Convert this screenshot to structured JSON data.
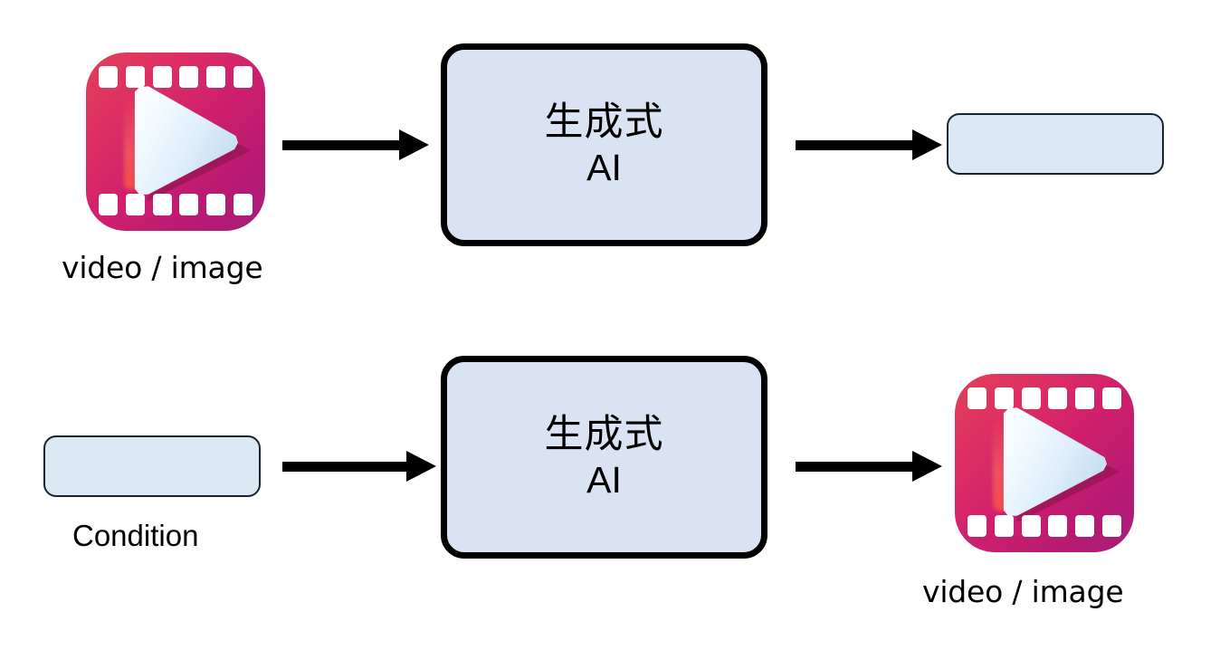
{
  "diagram": {
    "title": "Generative AI input/output flow",
    "colors": {
      "gen_box_fill": "#dae3f3",
      "gen_box_border": "#000000",
      "slim_box_fill": "#dce9f5",
      "slim_box_border": "#15242e",
      "arrow": "#000000",
      "icon_gradient_start": "#e24058",
      "icon_gradient_end": "#a61d78",
      "play_triangle": "#dfeefb",
      "background": "#ffffff"
    },
    "rows": [
      {
        "id": "row-understanding",
        "source": {
          "type": "video-image-icon",
          "icon_name": "video-image-icon",
          "caption": "video / image"
        },
        "arrow_in": "arrow-right",
        "process": {
          "line1": "生成式",
          "line2": "AI"
        },
        "arrow_out": "arrow-right",
        "result": {
          "type": "empty-box",
          "caption": ""
        }
      },
      {
        "id": "row-generation",
        "source": {
          "type": "empty-box",
          "caption": "Condition"
        },
        "arrow_in": "arrow-right",
        "process": {
          "line1": "生成式",
          "line2": "AI"
        },
        "arrow_out": "arrow-right",
        "result": {
          "type": "video-image-icon",
          "icon_name": "video-image-icon",
          "caption": "video / image"
        }
      }
    ]
  }
}
